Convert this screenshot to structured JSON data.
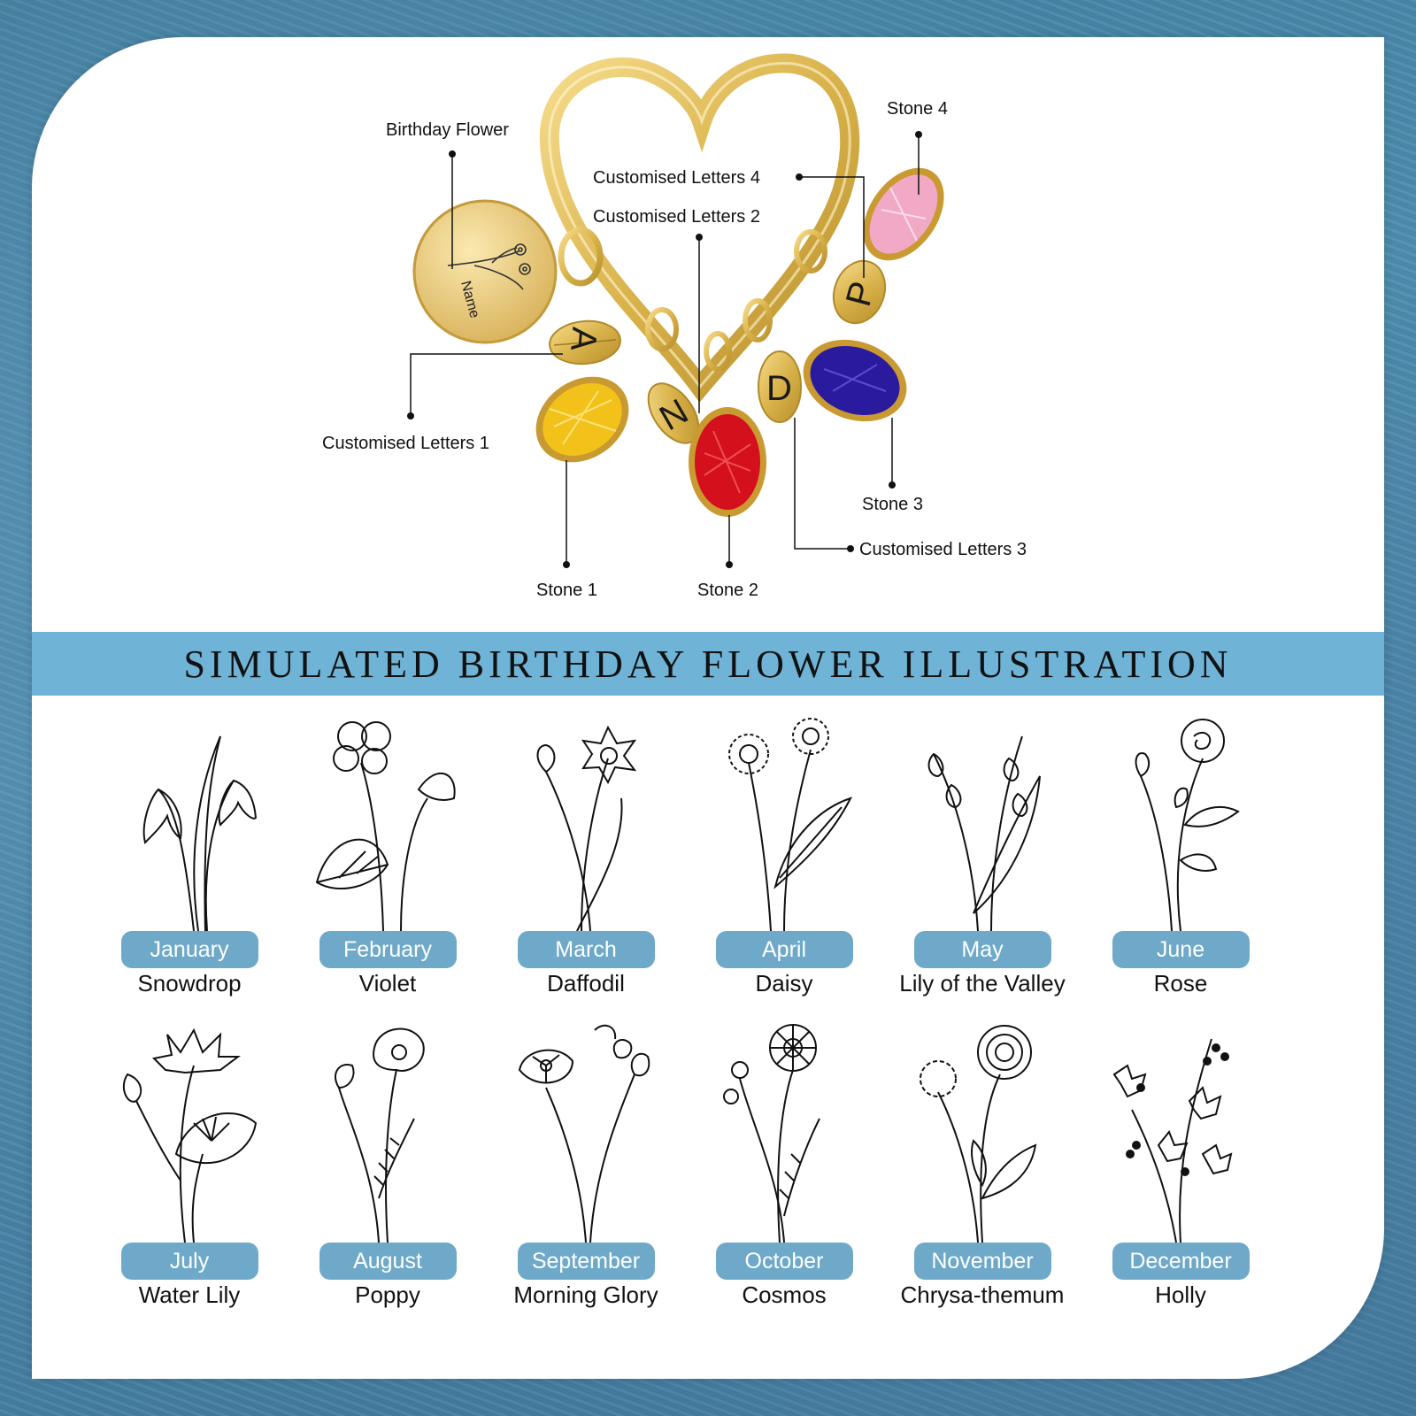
{
  "diagram": {
    "pendant_engraving": "Name",
    "charm_letters": [
      "A",
      "N",
      "D",
      "P"
    ],
    "callouts": {
      "birthday_flower": "Birthday Flower",
      "letters_1": "Customised Letters 1",
      "letters_2": "Customised Letters 2",
      "letters_3": "Customised Letters 3",
      "letters_4": "Customised Letters 4",
      "stone_1": "Stone 1",
      "stone_2": "Stone 2",
      "stone_3": "Stone 3",
      "stone_4": "Stone 4"
    },
    "stone_colors": {
      "stone_1": "#f2c21b",
      "stone_2": "#d4101c",
      "stone_3": "#2a1a9e",
      "stone_4": "#f2a9c6"
    },
    "metal_color": "#d9b24a"
  },
  "banner": {
    "title": "SIMULATED BIRTHDAY FLOWER ILLUSTRATION"
  },
  "months": [
    {
      "month": "January",
      "flower": "Snowdrop",
      "icon": "snowdrop-icon"
    },
    {
      "month": "February",
      "flower": "Violet",
      "icon": "violet-icon"
    },
    {
      "month": "March",
      "flower": "Daffodil",
      "icon": "daffodil-icon"
    },
    {
      "month": "April",
      "flower": "Daisy",
      "icon": "daisy-icon"
    },
    {
      "month": "May",
      "flower": "Lily of the Valley",
      "icon": "lily-of-the-valley-icon"
    },
    {
      "month": "June",
      "flower": "Rose",
      "icon": "rose-icon"
    },
    {
      "month": "July",
      "flower": "Water Lily",
      "icon": "water-lily-icon"
    },
    {
      "month": "August",
      "flower": "Poppy",
      "icon": "poppy-icon"
    },
    {
      "month": "September",
      "flower": "Morning Glory",
      "icon": "morning-glory-icon"
    },
    {
      "month": "October",
      "flower": "Cosmos",
      "icon": "cosmos-icon"
    },
    {
      "month": "November",
      "flower": "Chrysa-themum",
      "icon": "chrysanthemum-icon"
    },
    {
      "month": "December",
      "flower": "Holly",
      "icon": "holly-icon"
    }
  ],
  "colors": {
    "banner": "#6fb4d6",
    "pill": "#6ea9c9",
    "pill_text": "#ffffff"
  }
}
